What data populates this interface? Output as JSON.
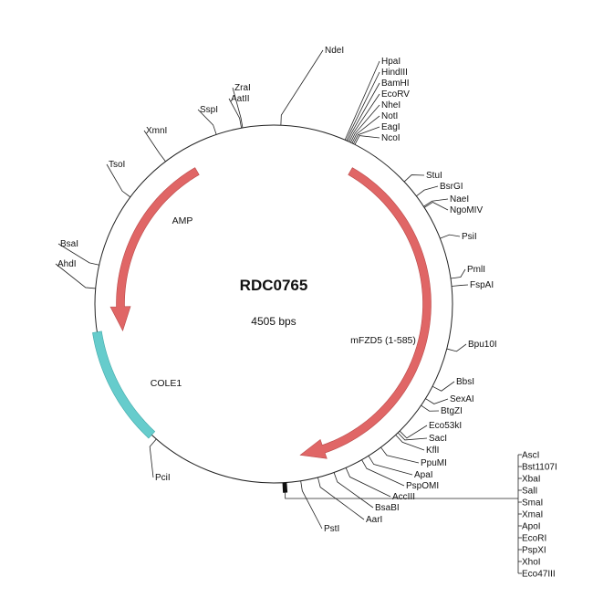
{
  "plasmid": {
    "name": "RDC0765",
    "length_label": "4505 bps",
    "total_bp": 4505
  },
  "colors": {
    "backbone": "#222222",
    "arrow": "#e06666",
    "arrow_stroke": "#b94848",
    "ori": "#66cccc",
    "ori_stroke": "#3fa9a9"
  },
  "features": [
    {
      "id": "mfzd5",
      "name": "mFZD5 (1-585)",
      "type": "arrow",
      "start_deg": 30,
      "end_deg": 170,
      "color_key": "arrow"
    },
    {
      "id": "amp",
      "name": "AMP",
      "type": "arrow",
      "start_deg": -30,
      "end_deg": -100,
      "color_key": "arrow"
    },
    {
      "id": "cole1",
      "name": "COLE1",
      "type": "block",
      "start_deg": -137,
      "end_deg": -99,
      "color_key": "ori"
    }
  ],
  "sites": [
    {
      "name": "NdeI",
      "deg": 2.3
    },
    {
      "name": "HpaI",
      "deg": 23.5
    },
    {
      "name": "HindIII",
      "deg": 24.0
    },
    {
      "name": "BamHI",
      "deg": 24.5
    },
    {
      "name": "EcoRV",
      "deg": 25.0
    },
    {
      "name": "NheI",
      "deg": 25.5
    },
    {
      "name": "NotI",
      "deg": 26.0
    },
    {
      "name": "EagI",
      "deg": 26.5
    },
    {
      "name": "NcoI",
      "deg": 27.0
    },
    {
      "name": "StuI",
      "deg": 46.9
    },
    {
      "name": "BsrGI",
      "deg": 52.9
    },
    {
      "name": "NaeI",
      "deg": 57.0
    },
    {
      "name": "NgoMIV",
      "deg": 57.4
    },
    {
      "name": "PsiI",
      "deg": 68.5
    },
    {
      "name": "PmlI",
      "deg": 81.8
    },
    {
      "name": "FspAI",
      "deg": 84.3
    },
    {
      "name": "Bpu10I",
      "deg": 104.5
    },
    {
      "name": "BbsI",
      "deg": 117.4
    },
    {
      "name": "SexAI",
      "deg": 121.9
    },
    {
      "name": "BtgZI",
      "deg": 124.5
    },
    {
      "name": "Eco53kI",
      "deg": 135.2
    },
    {
      "name": "SacI",
      "deg": 136.0
    },
    {
      "name": "KflI",
      "deg": 137.0
    },
    {
      "name": "PpuMI",
      "deg": 143.2
    },
    {
      "name": "ApaI",
      "deg": 148.0
    },
    {
      "name": "PspOMI",
      "deg": 150.5
    },
    {
      "name": "AccIII",
      "deg": 156.2
    },
    {
      "name": "BsaBI",
      "deg": 160.3
    },
    {
      "name": "AarI",
      "deg": 165.7
    },
    {
      "name": "PstI",
      "deg": 171.3
    },
    {
      "name": "PciI",
      "deg": -139.0
    },
    {
      "name": "AhdI",
      "deg": -85.0
    },
    {
      "name": "BsaI",
      "deg": -77.4
    },
    {
      "name": "TsoI",
      "deg": -53.3
    },
    {
      "name": "XmnI",
      "deg": -37.2
    },
    {
      "name": "SspI",
      "deg": -18.7
    },
    {
      "name": "AatII",
      "deg": -10.4
    },
    {
      "name": "ZraI",
      "deg": -10.0
    }
  ],
  "mcs_cluster": {
    "deg_start": 176.0,
    "deg_end": 177.0,
    "sites": [
      "AscI",
      "Bst1107I",
      "XbaI",
      "SalI",
      "SmaI",
      "XmaI",
      "ApoI",
      "EcoRI",
      "PspXI",
      "XhoI",
      "Eco47III"
    ]
  }
}
